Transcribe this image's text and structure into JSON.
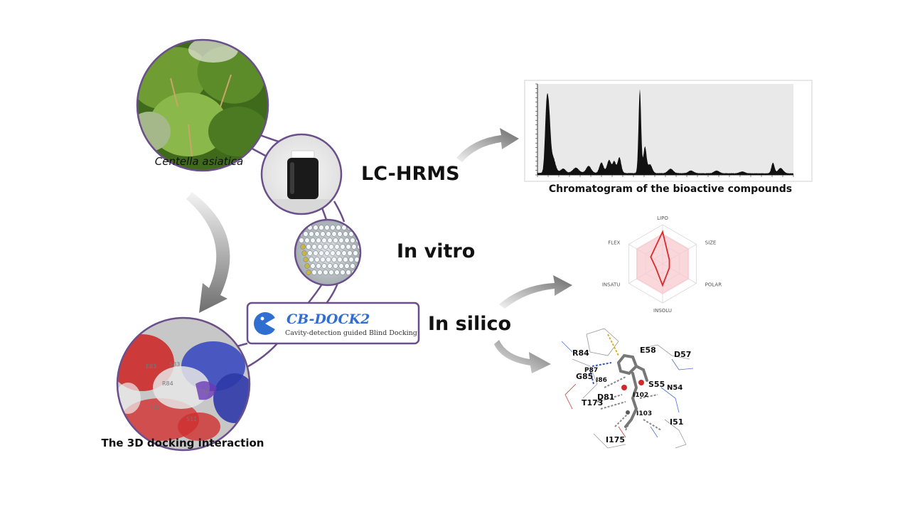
{
  "captions": {
    "plant": "Centella asiatica",
    "docking": "The 3D docking interaction",
    "chromatogram": "Chromatogram of the bioactive compounds"
  },
  "stages": {
    "lchrms": "LC-HRMS",
    "invitro": "In vitro",
    "insilico": "In silico"
  },
  "cbdock": {
    "title": "CB-DOCK2",
    "subtitle": "Cavity-detection guided Blind Docking"
  },
  "radar": {
    "axes": [
      "LIPO",
      "SIZE",
      "POLAR",
      "INSOLU",
      "INSATU",
      "FLEX"
    ]
  },
  "residues": [
    "R84",
    "E58",
    "D57",
    "P87",
    "G85",
    "I86",
    "S55",
    "N54",
    "D81",
    "I102",
    "T173",
    "I103",
    "I51",
    "I175"
  ],
  "colors": {
    "ring": "#6b4f8a",
    "arrow": "#777777",
    "radar_line": "#d92b2b",
    "radar_fill": "#f7c9cf",
    "peaks": "#111111",
    "chart_bg": "#e9e9e9"
  }
}
